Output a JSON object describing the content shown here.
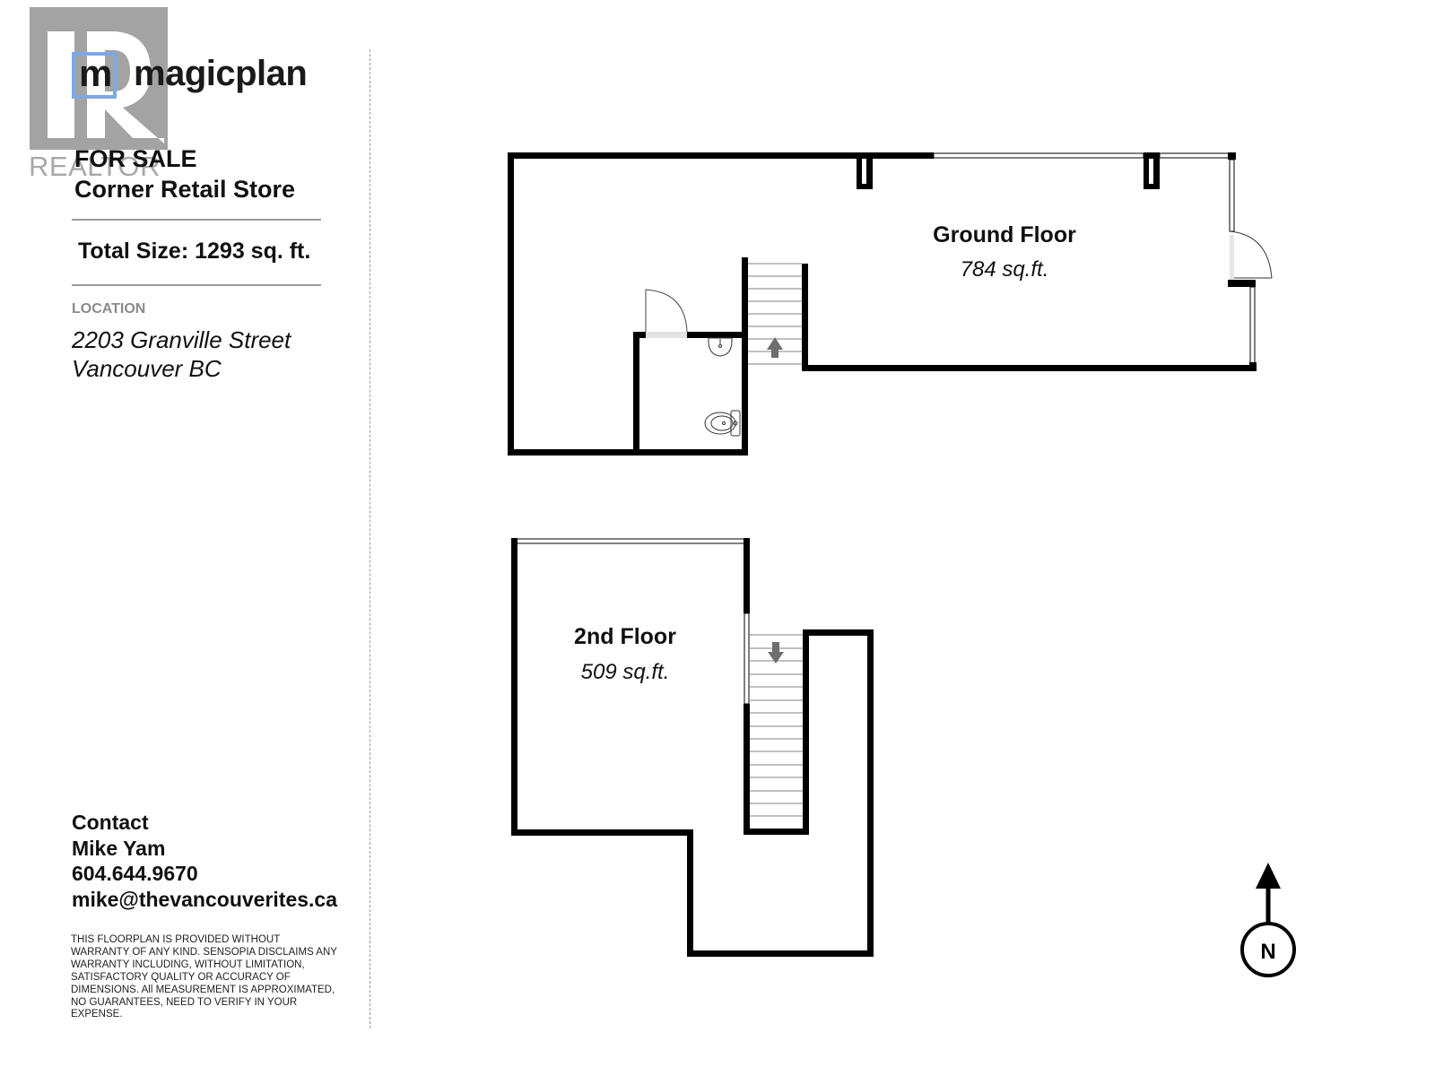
{
  "watermark": {
    "brand": "REALTOR",
    "box_color": "#a3a3a3"
  },
  "logo": {
    "mark": "m",
    "wordmark": "magicplan",
    "accent_color": "#7ba9e6"
  },
  "listing": {
    "status": "FOR SALE",
    "title": "Corner Retail Store",
    "total_size": "Total Size: 1293 sq. ft."
  },
  "location": {
    "label": "LOCATION",
    "line1": "2203 Granville Street",
    "line2": "Vancouver BC"
  },
  "contact": {
    "heading": "Contact",
    "name": "Mike Yam",
    "phone": "604.644.9670",
    "email": "mike@thevancouverites.ca"
  },
  "disclaimer": "THIS FLOORPLAN IS PROVIDED WITHOUT WARRANTY OF ANY KIND. SENSOPIA DISCLAIMS ANY WARRANTY INCLUDING, WITHOUT LIMITATION, SATISFACTORY QUALITY OR ACCURACY OF DIMENSIONS. All MEASUREMENT IS APPROXIMATED, NO GUARANTEES, NEED TO VERIFY IN YOUR EXPENSE.",
  "floors": [
    {
      "name": "Ground Floor",
      "area": "784 sq.ft.",
      "stair_direction": "up"
    },
    {
      "name": "2nd Floor",
      "area": "509 sq.ft.",
      "stair_direction": "down"
    }
  ],
  "compass": {
    "label": "N",
    "icon": "north-arrow-icon"
  },
  "colors": {
    "wall": "#000000",
    "stair_line": "#9a9a9a",
    "stair_arrow": "#6e6e6e",
    "divider": "#9a9a9a"
  }
}
